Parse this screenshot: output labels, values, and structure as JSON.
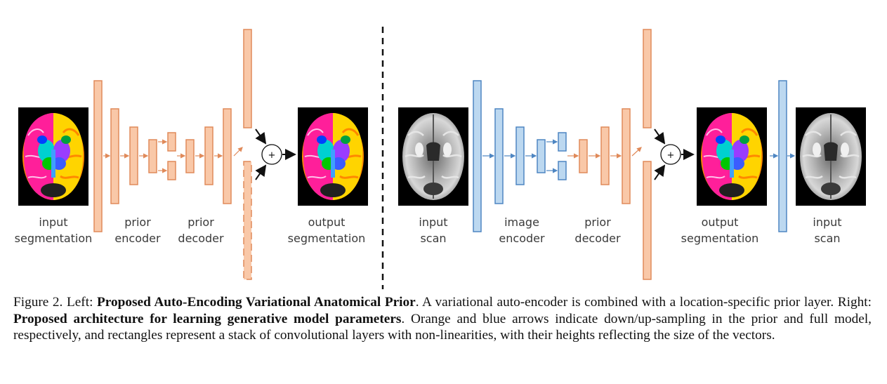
{
  "labels": {
    "input_segmentation": [
      "input",
      "segmentation"
    ],
    "prior_encoder": [
      "prior",
      "encoder"
    ],
    "prior_decoder_left": [
      "prior",
      "decoder"
    ],
    "output_segmentation_left": [
      "output",
      "segmentation"
    ],
    "input_scan_left": [
      "input",
      "scan"
    ],
    "image_encoder": [
      "image",
      "encoder"
    ],
    "prior_decoder_right": [
      "prior",
      "decoder"
    ],
    "output_segmentation_right": [
      "output",
      "segmentation"
    ],
    "input_scan_right": [
      "input",
      "scan"
    ]
  },
  "sum_symbol": "+",
  "caption": {
    "prefix": "Figure 2. Left: ",
    "bold1": "Proposed Auto-Encoding Variational Anatomical Prior",
    "text1": ". A variational auto-encoder is combined with a location-specific prior layer.  Right: ",
    "bold2": "Proposed architecture for learning generative model parameters",
    "text2": ".  Orange and blue arrows indicate down/up-sampling in the prior and full model, respectively, and rectangles represent a stack of convolutional layers with non-linearities, with their heights reflecting the size of the vectors."
  },
  "colors": {
    "orange_fill": "#f9c8a8",
    "orange_stroke": "#e08a5a",
    "blue_fill": "#bcd8f0",
    "blue_stroke": "#4e86c2",
    "background": "#ffffff"
  },
  "icons": {
    "segmentation_image": "brain-segmentation-map",
    "scan_image": "brain-mri-scan",
    "sum_node": "plus-circle-icon"
  }
}
